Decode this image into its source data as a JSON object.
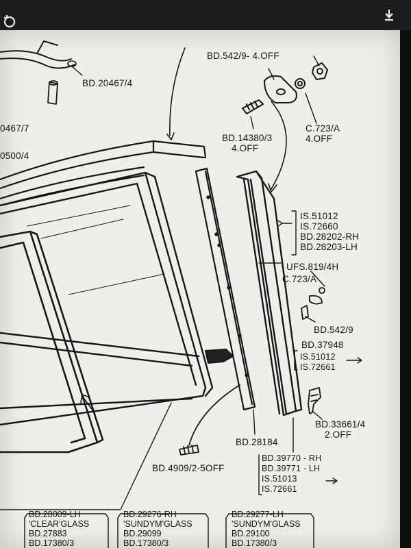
{
  "viewer": {
    "rotate_icon": "rotate-icon",
    "download_icon": "download-arrow-icon"
  },
  "labels": {
    "bd542_9_4off": "BD.542/9- 4.OFF",
    "bd20467_4": "BD.20467/4",
    "bd20467_7": "0467/7",
    "bd20500_4": "0500/4",
    "bd14380_3": "BD.14380/3",
    "bd14380_3_qty": "4.OFF",
    "c723a_top": "C.723/A",
    "c723a_top_qty": "4.OFF",
    "is51012_a": "IS.51012",
    "is72660": "IS.72660",
    "bd28202": "BD.28202-RH",
    "bd28203": "BD.28203-LH",
    "ufs819": "UFS.819/4H",
    "c723a_mid": "C.723/A",
    "bd542_9_mid": "BD.542/9",
    "bd37948": "BD.37948",
    "is51012_b": "IS.51012",
    "is72661_a": "IS.72661",
    "bd33661": "BD.33661/4",
    "bd33661_qty": "2.OFF",
    "bd28184": "BD.28184",
    "bd4909": "BD.4909/2-5OFF",
    "bd39770": "BD.39770 - RH",
    "bd39771": "BD.39771 - LH",
    "is51013": "IS.51013",
    "is72661_b": "IS.72661"
  },
  "bottom_boxes": [
    {
      "line1": "BD.28009-LH",
      "line2": "'CLEAR'GLASS",
      "line3": "BD.27883",
      "line4": "BD.17380/3"
    },
    {
      "line1": "BD.29276-RH",
      "line2": "'SUNDYM'GLASS",
      "line3": "BD.29099",
      "line4": "BD.17380/3"
    },
    {
      "line1": "BD.29277-LH",
      "line2": "'SUNDYM'GLASS",
      "line3": "BD.29100",
      "line4": "BD.17380/3"
    }
  ]
}
